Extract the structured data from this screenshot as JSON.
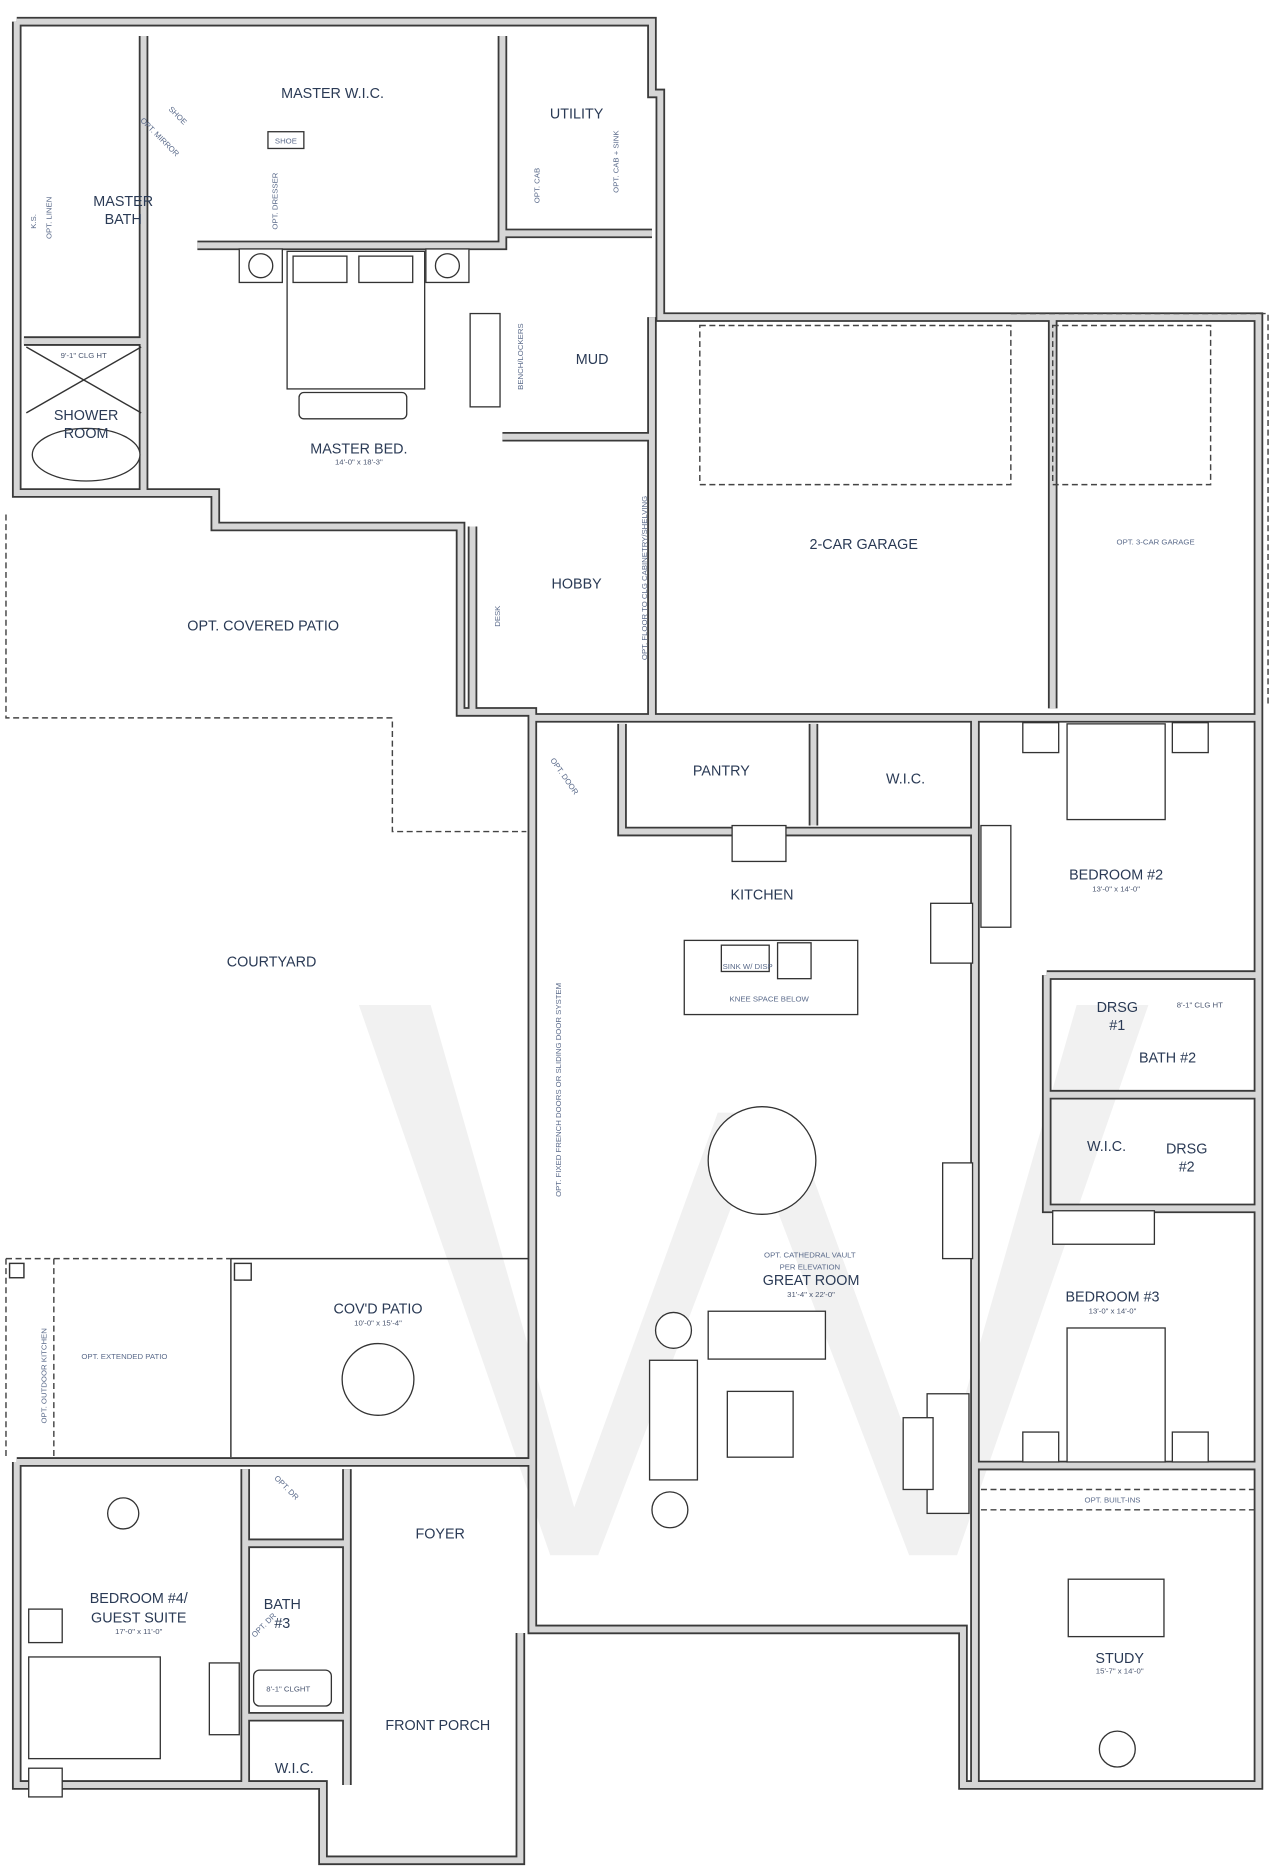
{
  "plan": {
    "rooms": {
      "master_wic": "MASTER W.I.C.",
      "utility": "UTILITY",
      "master_bath_1": "MASTER",
      "master_bath_2": "BATH",
      "shower_room_1": "SHOWER",
      "shower_room_2": "ROOM",
      "master_bed": "MASTER BED.",
      "mud": "MUD",
      "hobby": "HOBBY",
      "garage2": "2-CAR GARAGE",
      "covered_patio": "OPT. COVERED PATIO",
      "courtyard": "COURTYARD",
      "pantry": "PANTRY",
      "wic_bed2": "W.I.C.",
      "kitchen": "KITCHEN",
      "bedroom2": "BEDROOM #2",
      "drsg1_1": "DRSG",
      "drsg1_2": "#1",
      "bath2": "BATH #2",
      "wic_bath2": "W.I.C.",
      "drsg2_1": "DRSG",
      "drsg2_2": "#2",
      "great_room": "GREAT ROOM",
      "bedroom3": "BEDROOM #3",
      "study": "STUDY",
      "covd_patio": "COV'D PATIO",
      "foyer": "FOYER",
      "bedroom4_1": "BEDROOM #4/",
      "bedroom4_2": "GUEST SUITE",
      "bath3_1": "BATH",
      "bath3_2": "#3",
      "wic_bed4": "W.I.C.",
      "front_porch": "FRONT PORCH"
    },
    "dimensions": {
      "master_bed": "14'-0\" x 18'-3\"",
      "bedroom2": "13'-0\" x 14'-0\"",
      "great_room": "31'-4\" x 22'-0\"",
      "bedroom3": "13'-0\" x 14'-0\"",
      "study": "15'-7\" x 14'-0\"",
      "covd_patio": "10'-0\" x 15'-4\"",
      "bedroom4": "17'-0\" x 11'-0\""
    },
    "notes": {
      "shoe_1": "SHOE",
      "opt_mirror": "OPT. MIRROR",
      "shoe_2": "SHOE",
      "opt_dresser": "OPT. DRESSER",
      "opt_cab": "OPT. CAB",
      "opt_cab_sink": "OPT. CAB + SINK",
      "ks": "K.S.",
      "opt_linen": "OPT. LINEN",
      "clg_ht_master": "9'-1\" CLG HT",
      "bench_lockers": "BENCH/LOCKERS",
      "desk": "DESK",
      "opt_shelving": "OPT. FLOOR TO CLG CABINETRY/SHELVING",
      "opt_3car": "OPT. 3-CAR GARAGE",
      "opt_door": "OPT. DOOR",
      "sink_disp": "SINK W/ DISP",
      "knee_space": "KNEE SPACE BELOW",
      "opt_french": "OPT. FIXED FRENCH DOORS OR SLIDING DOOR SYSTEM",
      "clg_ht_bath2": "8'-1\" CLG HT",
      "cathedral_1": "OPT. CATHEDRAL VAULT",
      "cathedral_2": "PER ELEVATION",
      "opt_builtins": "OPT. BUILT-INS",
      "opt_ext_patio": "OPT. EXTENDED PATIO",
      "opt_outdoor_kitchen": "OPT. OUTDOOR KITCHEN",
      "opt_dr_1": "OPT. DR",
      "opt_dr_2": "OPT. DR",
      "clg_ht_bath3": "8'-1\" CLGHT"
    },
    "colors": {
      "wall_fill": "#d6d6d6",
      "wall_line": "#3a3a3a",
      "label": "#2a3a55",
      "watermark": "#f0f0f0"
    }
  }
}
